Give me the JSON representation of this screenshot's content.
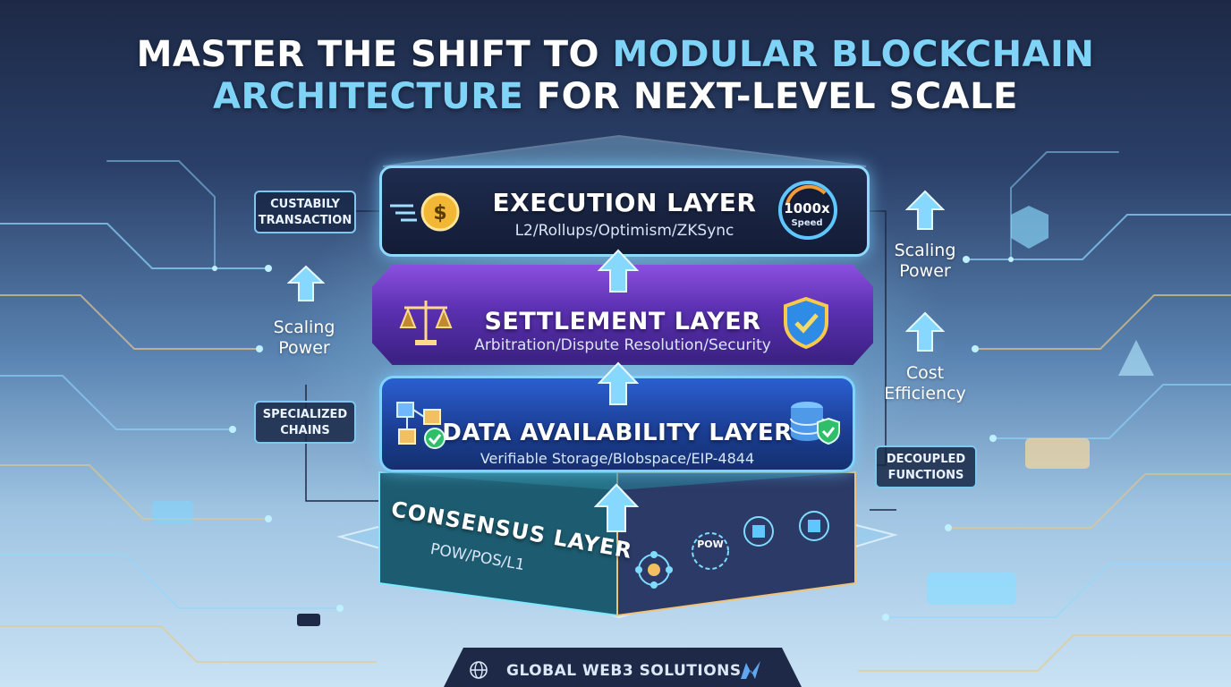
{
  "title": {
    "line1_white": "MASTER THE SHIFT TO ",
    "line1_highlight": "MODULAR BLOCKCHAIN",
    "line2_highlight": "ARCHITECTURE",
    "line2_white": " FOR NEXT-LEVEL SCALE"
  },
  "layers": {
    "execution": {
      "name": "EXECUTION LAYER",
      "subtitle": "L2/Rollups/Optimism/ZKSync",
      "badge_value": "1000x",
      "badge_label": "Speed",
      "icons": [
        "coin-dollar-icon",
        "speedometer-icon"
      ]
    },
    "settlement": {
      "name": "SETTLEMENT LAYER",
      "subtitle": "Arbitration/Dispute Resolution/Security",
      "icons": [
        "scales-icon",
        "shield-check-icon"
      ]
    },
    "data_availability": {
      "name": "DATA AVAILABILITY LAYER",
      "subtitle": "Verifiable Storage/Blobspace/EIP-4844",
      "icons": [
        "blocks-network-icon",
        "database-shield-icon"
      ]
    },
    "consensus": {
      "name": "CONSENSUS LAYER",
      "subtitle": "POW/POS/L1",
      "pow_label": "POW",
      "icons": [
        "node-network-icon",
        "pow-token-icon",
        "cube-network-icon"
      ]
    }
  },
  "left_annotations": {
    "box_top": {
      "line1": "CUSTABILY",
      "line2": "TRANSACTION"
    },
    "scaling": {
      "line1": "Scaling",
      "line2": "Power"
    },
    "box_bottom": {
      "line1": "SPECIALIZED",
      "line2": "CHAINS"
    }
  },
  "right_annotations": {
    "scaling": {
      "line1": "Scaling",
      "line2": "Power"
    },
    "cost": {
      "line1": "Cost",
      "line2": "Efficiency"
    },
    "box": {
      "line1": "DECOUPLED",
      "line2": "FUNCTIONS"
    }
  },
  "footer": {
    "text": "GLOBAL WEB3 SOLUTIONS",
    "icons": [
      "globe-icon",
      "brand-logo-icon"
    ]
  },
  "colors": {
    "accent": "#7fd3f7",
    "settlement": "#7a44d8",
    "data_layer": "#2a5fd0",
    "background_top": "#1d2946",
    "background_bottom": "#c9e2f4"
  }
}
